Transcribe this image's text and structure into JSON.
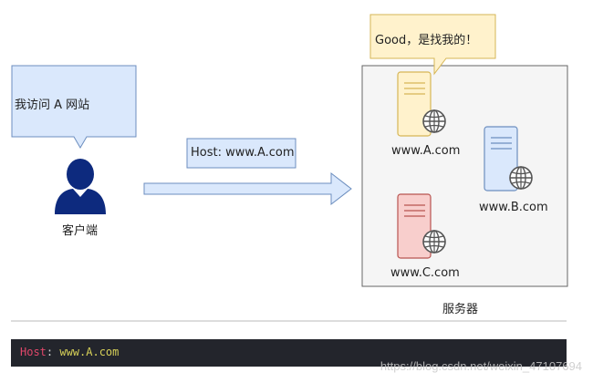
{
  "colors": {
    "bubble_fill": "#dae8fc",
    "bubble_stroke": "#6c8ebf",
    "note_fill": "#fff2cc",
    "note_stroke": "#d6b656",
    "user_fill": "#0d2a7e",
    "server_a_fill": "#fff2cc",
    "server_a_stroke": "#d6b656",
    "server_b_fill": "#dae8fc",
    "server_b_stroke": "#6c8ebf",
    "server_c_fill": "#f8cecc",
    "server_c_stroke": "#b85450",
    "group_fill": "#f5f5f5",
    "group_stroke": "#666666",
    "code_bg": "#23252c",
    "code_key": "#e0476a",
    "code_value": "#d6d058"
  },
  "icons": {
    "user": "user-icon",
    "server": "server-globe-icon"
  },
  "client": {
    "bubble_text": "我访问 A 网站",
    "label": "客户端"
  },
  "request": {
    "label": "Host: www.A.com"
  },
  "server_group": {
    "label": "服务器",
    "note": "Good，是找我的！",
    "servers": [
      {
        "label": "www.A.com"
      },
      {
        "label": "www.B.com"
      },
      {
        "label": "www.C.com"
      }
    ]
  },
  "code": {
    "key": "Host",
    "separator": ": ",
    "value": "www.A.com"
  },
  "watermark": "https://blog.csdn.net/weixin_47107694"
}
